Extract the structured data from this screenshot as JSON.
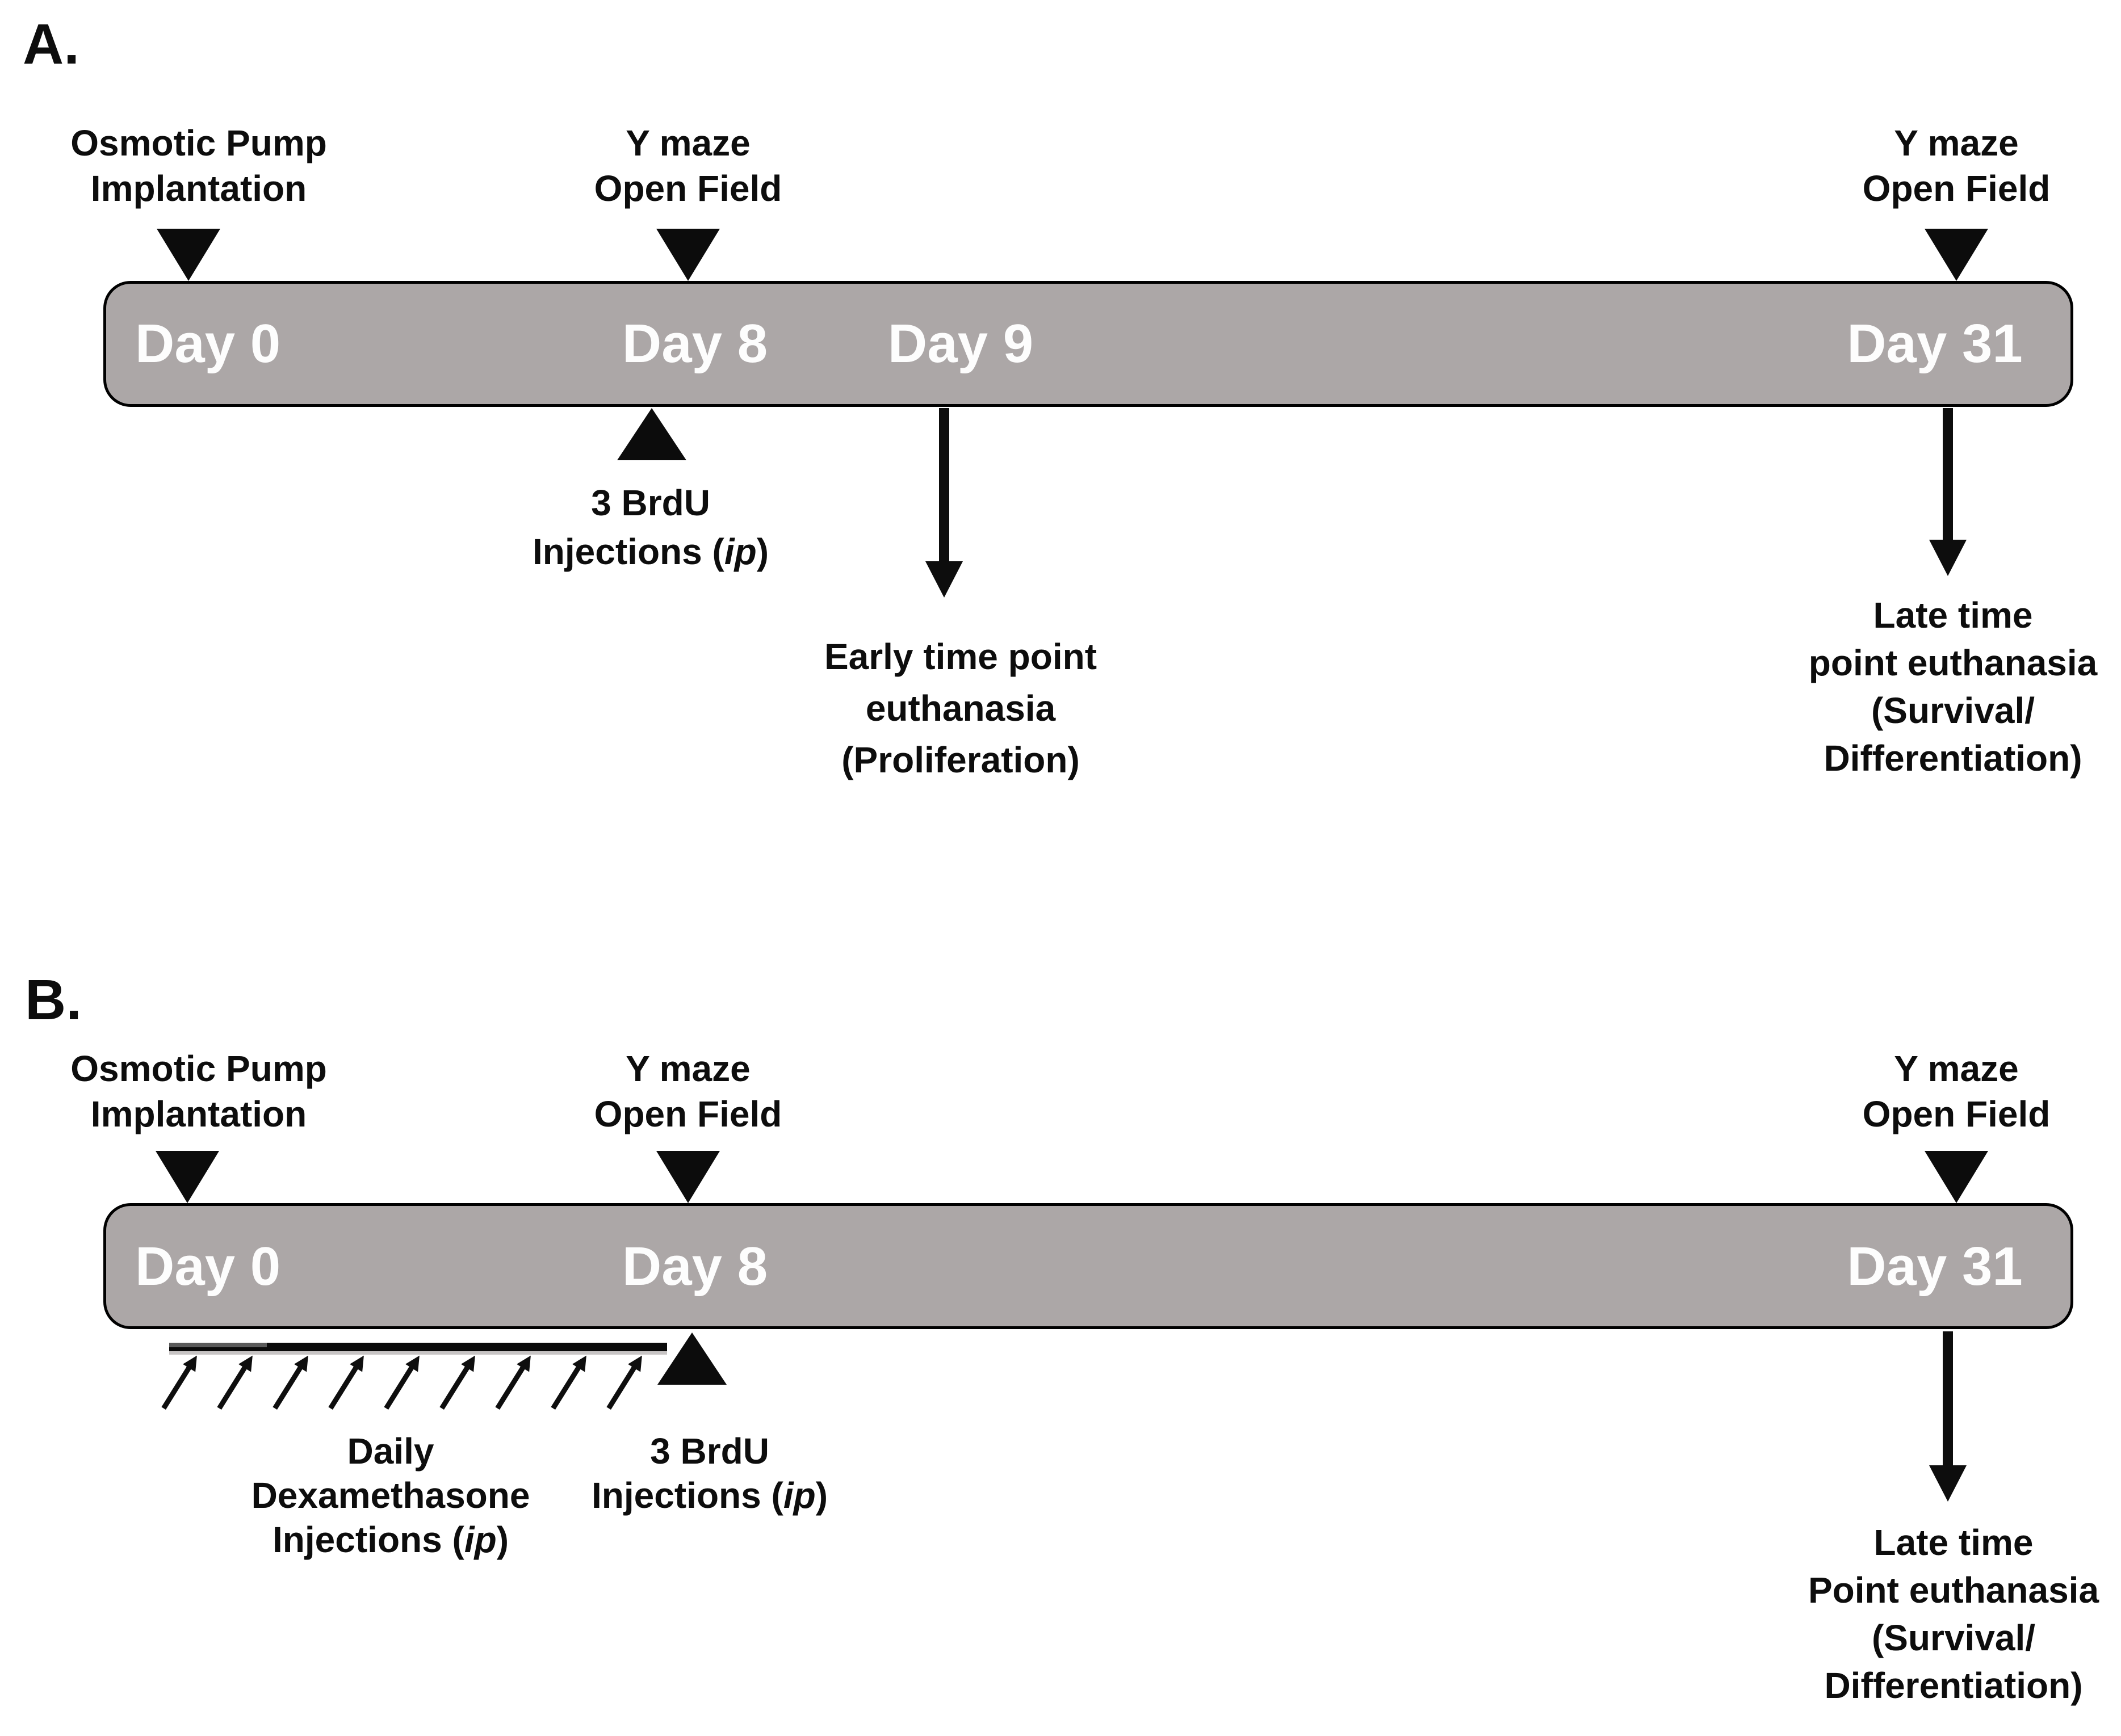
{
  "colors": {
    "bar_fill": "#aca7a7",
    "bar_border": "#000000",
    "marker_black": "#0c0c0c",
    "day_text": "#fdfdfd",
    "label_text": "#0d0d0d",
    "dex_underline": "#c7c4c4"
  },
  "panel_a": {
    "label": "A.",
    "events_top": {
      "osmotic_pump": {
        "line1": "Osmotic Pump",
        "line2": "Implantation"
      },
      "ymaze_day8": {
        "line1": "Y maze",
        "line2": "Open Field"
      },
      "ymaze_day31": {
        "line1": "Y maze",
        "line2": "Open Field"
      }
    },
    "timeline": {
      "day0": "Day 0",
      "day8": "Day 8",
      "day9": "Day 9",
      "day31": "Day 31"
    },
    "events_bottom": {
      "brdu": {
        "line1": "3 BrdU",
        "line2_prefix": "Injections (",
        "line2_italic": "ip",
        "line2_suffix": ")"
      },
      "early": {
        "line1": "Early time point",
        "line2": "euthanasia",
        "line3": "(Proliferation)"
      },
      "late": {
        "line1": "Late time",
        "line2": "point euthanasia",
        "line3": "(Survival/",
        "line4": "Differentiation)"
      }
    }
  },
  "panel_b": {
    "label": "B.",
    "events_top": {
      "osmotic_pump": {
        "line1": "Osmotic Pump",
        "line2": "Implantation"
      },
      "ymaze_day8": {
        "line1": "Y maze",
        "line2": "Open Field"
      },
      "ymaze_day31": {
        "line1": "Y maze",
        "line2": "Open Field"
      }
    },
    "timeline": {
      "day0": "Day 0",
      "day8": "Day 8",
      "day31": "Day 31"
    },
    "events_bottom": {
      "dex": {
        "line1": "Daily",
        "line2": "Dexamethasone",
        "line3_prefix": "Injections (",
        "line3_italic": "ip",
        "line3_suffix": ")",
        "arrow_count": 9
      },
      "brdu": {
        "line1": "3 BrdU",
        "line2_prefix": "Injections (",
        "line2_italic": "ip",
        "line2_suffix": ")"
      },
      "late": {
        "line1": "Late time",
        "line2": "Point euthanasia",
        "line3": "(Survival/",
        "line4": "Differentiation)"
      }
    }
  }
}
